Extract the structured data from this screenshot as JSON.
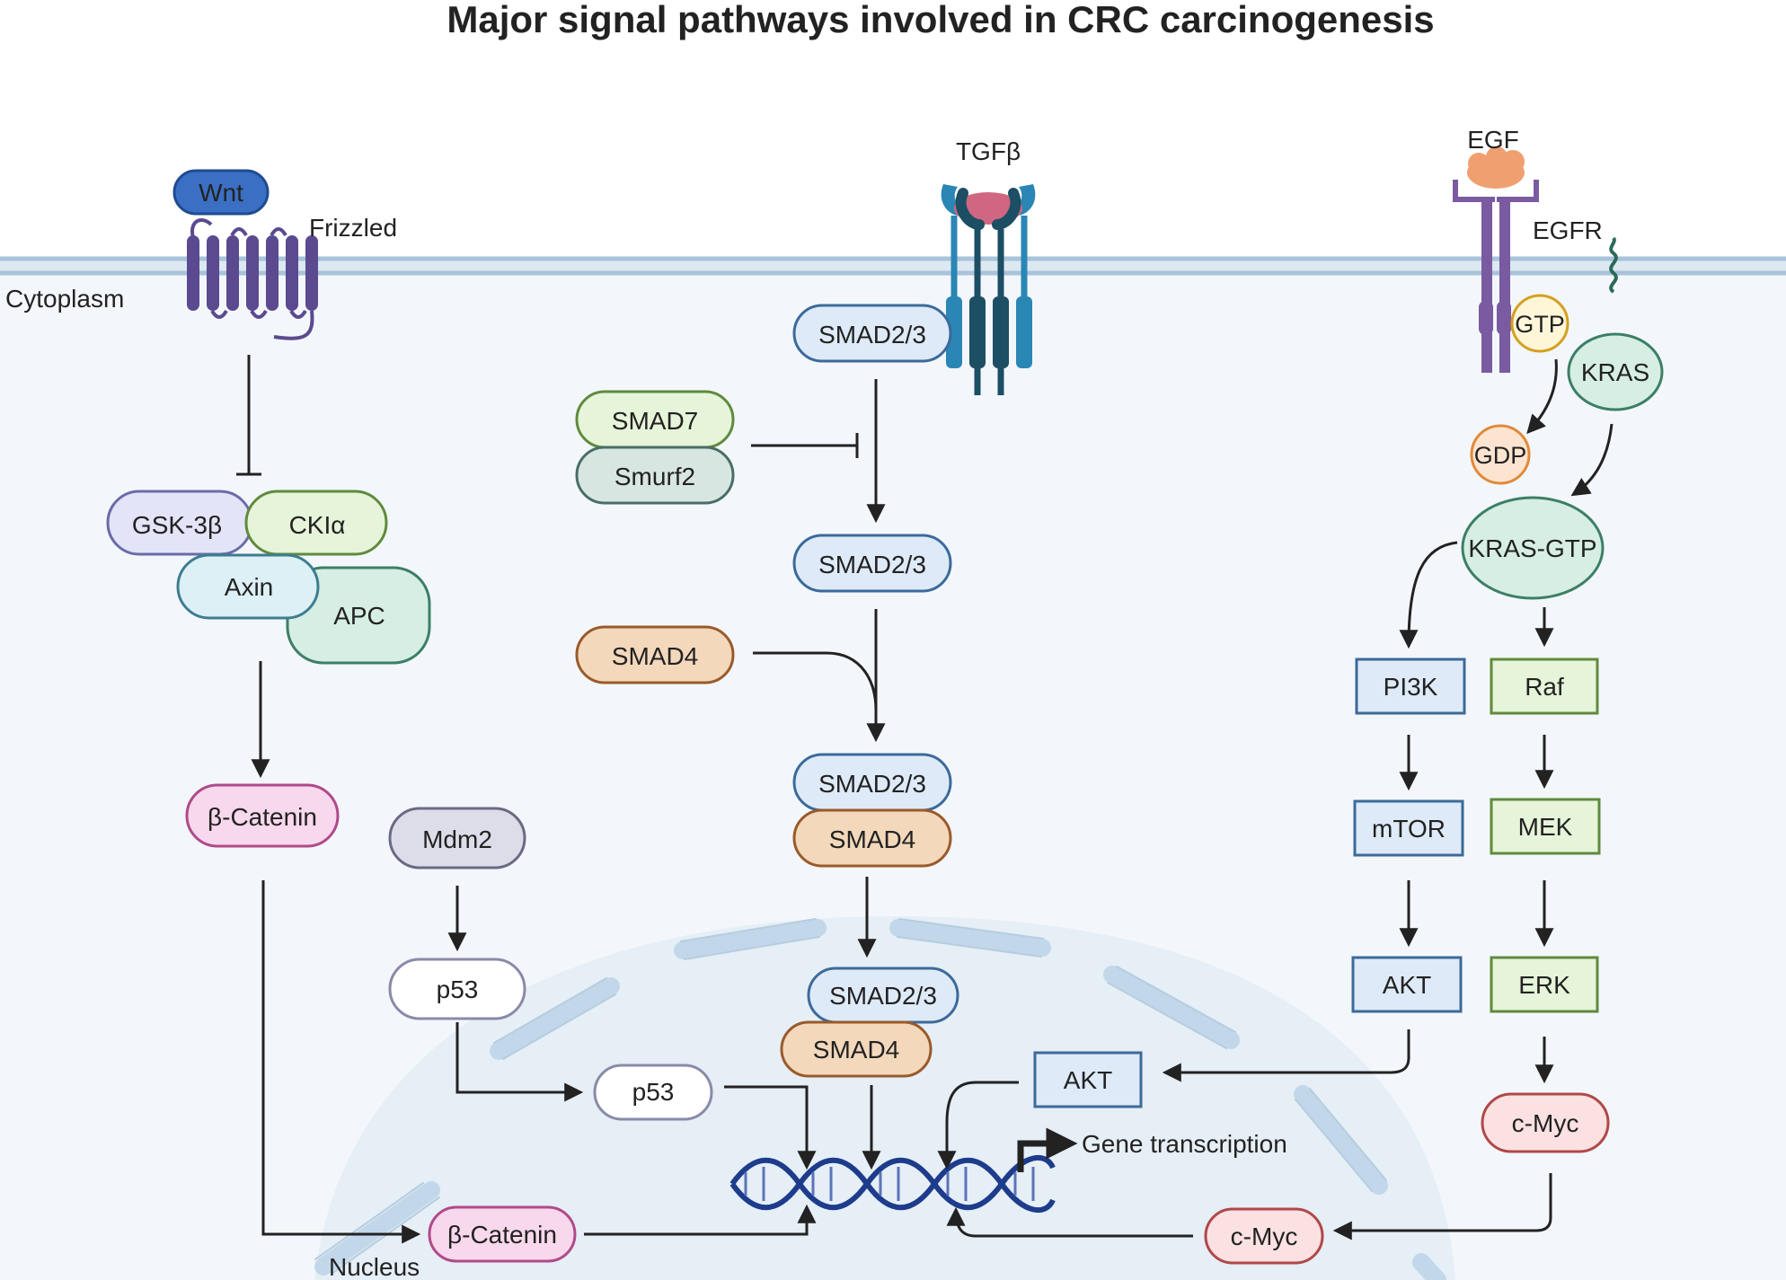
{
  "title": "Major signal pathways involved in CRC carcinogenesis",
  "regions": {
    "cytoplasm": "Cytoplasm",
    "nucleus": "Nucleus"
  },
  "receptors": {
    "wnt": "Wnt",
    "frizzled": "Frizzled",
    "tgfb": "TGFβ",
    "egf": "EGF",
    "egfr": "EGFR"
  },
  "nodes": {
    "gsk3b": "GSK-3β",
    "ck1a": "CKIα",
    "axin": "Axin",
    "apc": "APC",
    "bcatenin_cyto": "β-Catenin",
    "bcatenin_nuc": "β-Catenin",
    "mdm2": "Mdm2",
    "p53_cyto": "p53",
    "p53_nuc": "p53",
    "smad23_top": "SMAD2/3",
    "smad7": "SMAD7",
    "smurf2": "Smurf2",
    "smad23_mid": "SMAD2/3",
    "smad4_free": "SMAD4",
    "smad23_complex": "SMAD2/3",
    "smad4_complex": "SMAD4",
    "smad23_nuc": "SMAD2/3",
    "smad4_nuc": "SMAD4",
    "gtp": "GTP",
    "kras": "KRAS",
    "gdp": "GDP",
    "kras_gtp": "KRAS-GTP",
    "pi3k": "PI3K",
    "raf": "Raf",
    "mtor": "mTOR",
    "mek": "MEK",
    "akt_cyto": "AKT",
    "erk": "ERK",
    "akt_nuc": "AKT",
    "cmyc_cyto": "c-Myc",
    "cmyc_nuc": "c-Myc"
  },
  "gene_label": "Gene transcription",
  "colors": {
    "membrane": "#a9c3d9",
    "cytoplasm_fill": "#f3f7fb",
    "nucleus_fill": "#e6eef6",
    "receptor_purple": "#5b4a8f",
    "tgf_blue": "#2a86b4",
    "tgf_dark": "#1c4e64",
    "tgf_ligand": "#d0667f",
    "egf_orange": "#f0a070",
    "dna_blue": "#1d3c8c"
  }
}
